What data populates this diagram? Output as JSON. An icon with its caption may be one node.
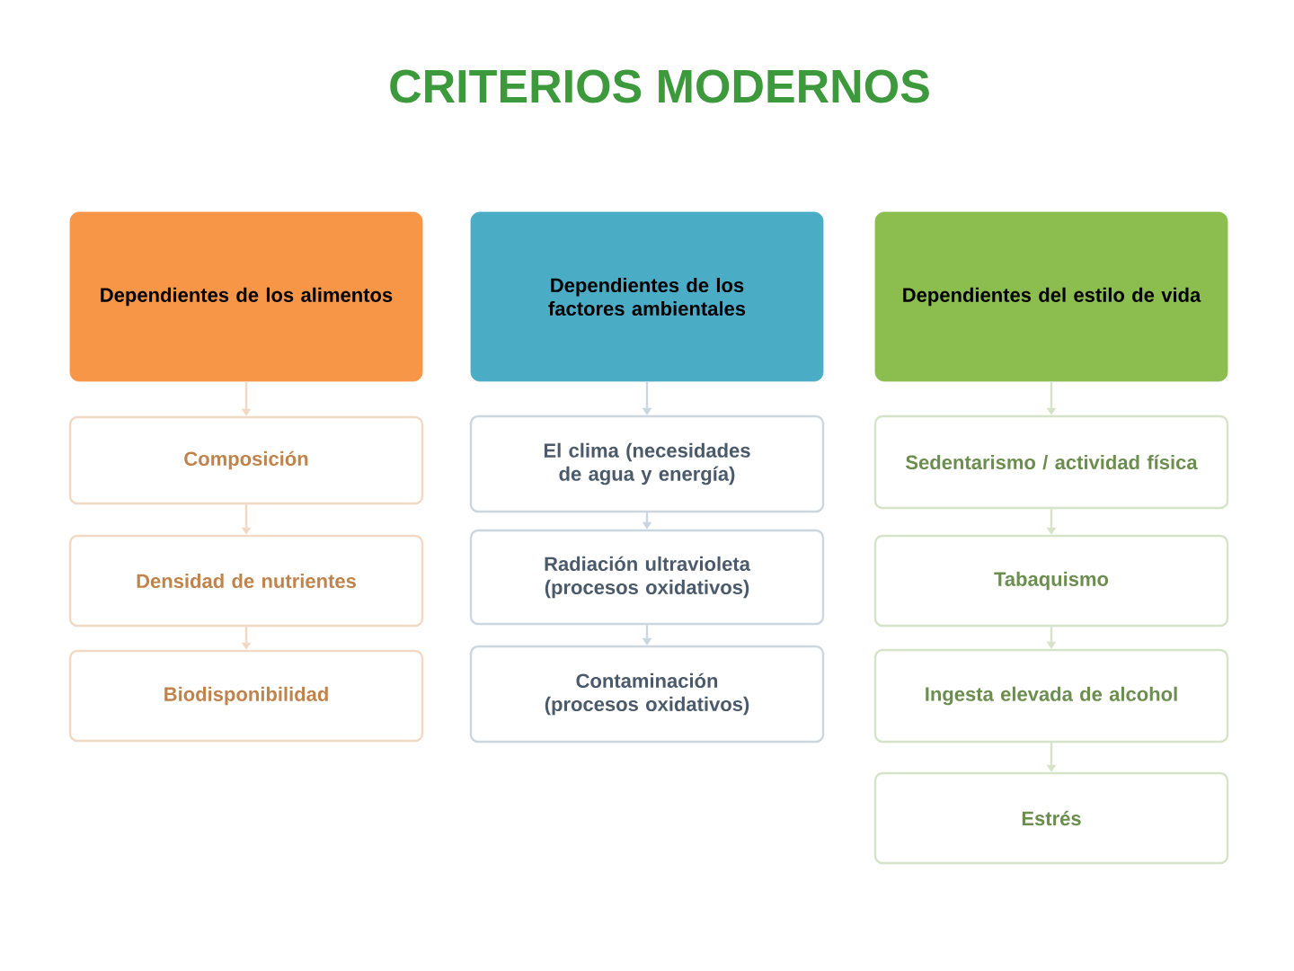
{
  "diagram": {
    "title": "CRITERIOS MODERNOS",
    "nodes": [
      {
        "text": [
          "Dependientes de los alimentos"
        ]
      },
      {
        "text": [
          "Composición"
        ]
      },
      {
        "text": [
          "Densidad de nutrientes"
        ]
      },
      {
        "text": [
          "Biodisponibilidad"
        ]
      },
      {
        "text": [
          "Dependientes de los factores ambientales"
        ]
      },
      {
        "text": [
          "El clima (necesidades de agua y energía)"
        ]
      },
      {
        "text": [
          "Radiación ultravioleta (procesos oxidativos)"
        ]
      },
      {
        "text": [
          "Contaminación (procesos oxidativos)"
        ]
      },
      {
        "text": [
          "Dependientes del estilo de vida"
        ]
      },
      {
        "text": [
          "Sedentarismo / actividad física"
        ]
      },
      {
        "text": [
          "Tabaquismo"
        ]
      },
      {
        "text": [
          "Ingesta elevada de alcohol"
        ]
      },
      {
        "text": [
          "Estrés"
        ]
      }
    ],
    "edges": [
      {
        "from": 0,
        "to": 1,
        "arrow": "to"
      },
      {
        "from": 1,
        "to": 2,
        "arrow": "to"
      },
      {
        "from": 2,
        "to": 3,
        "arrow": "to"
      },
      {
        "from": 4,
        "to": 5,
        "arrow": "to"
      },
      {
        "from": 5,
        "to": 6,
        "arrow": "to"
      },
      {
        "from": 6,
        "to": 7,
        "arrow": "to"
      },
      {
        "from": 8,
        "to": 9,
        "arrow": "to"
      },
      {
        "from": 9,
        "to": 10,
        "arrow": "to"
      },
      {
        "from": 10,
        "to": 11,
        "arrow": "to"
      },
      {
        "from": 11,
        "to": 12,
        "arrow": "to"
      }
    ]
  }
}
